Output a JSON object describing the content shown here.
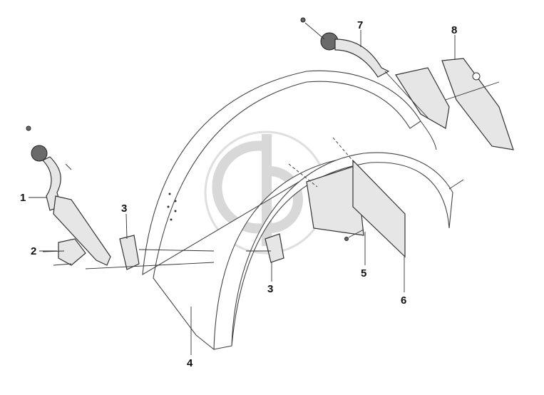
{
  "callouts": [
    {
      "id": "callout-1",
      "text": "1"
    },
    {
      "id": "callout-2",
      "text": "2"
    },
    {
      "id": "callout-3a",
      "text": "3"
    },
    {
      "id": "callout-3b",
      "text": "3"
    },
    {
      "id": "callout-4",
      "text": "4"
    },
    {
      "id": "callout-5",
      "text": "5"
    },
    {
      "id": "callout-6",
      "text": "6"
    },
    {
      "id": "callout-7",
      "text": "7"
    },
    {
      "id": "callout-8",
      "text": "8"
    }
  ],
  "colors": {
    "ink": "#333333",
    "fill": "#e6e6e6",
    "watermark": "#cfcfcf"
  }
}
